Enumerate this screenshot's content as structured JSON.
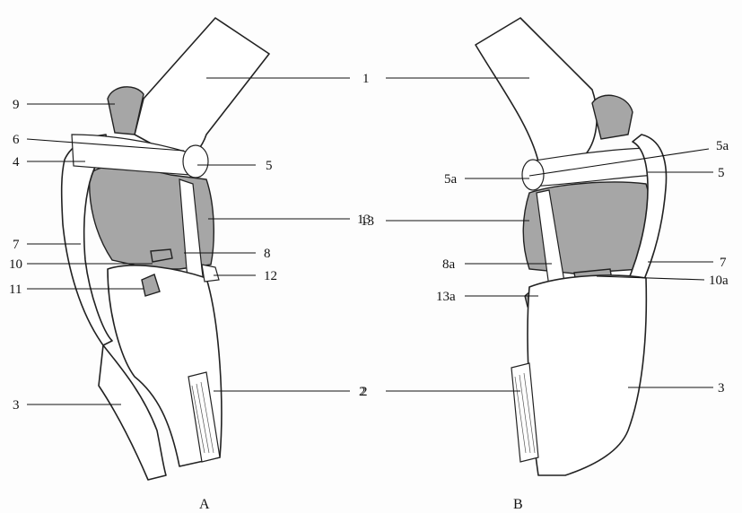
{
  "panels": [
    {
      "name": "A",
      "labels": [
        "1",
        "9",
        "6",
        "4",
        "5",
        "13",
        "7",
        "8",
        "10",
        "12",
        "11",
        "3",
        "2"
      ]
    },
    {
      "name": "B",
      "labels": [
        "5a",
        "5a",
        "5",
        "13",
        "8a",
        "7",
        "10a",
        "13a",
        "2",
        "3"
      ]
    }
  ]
}
